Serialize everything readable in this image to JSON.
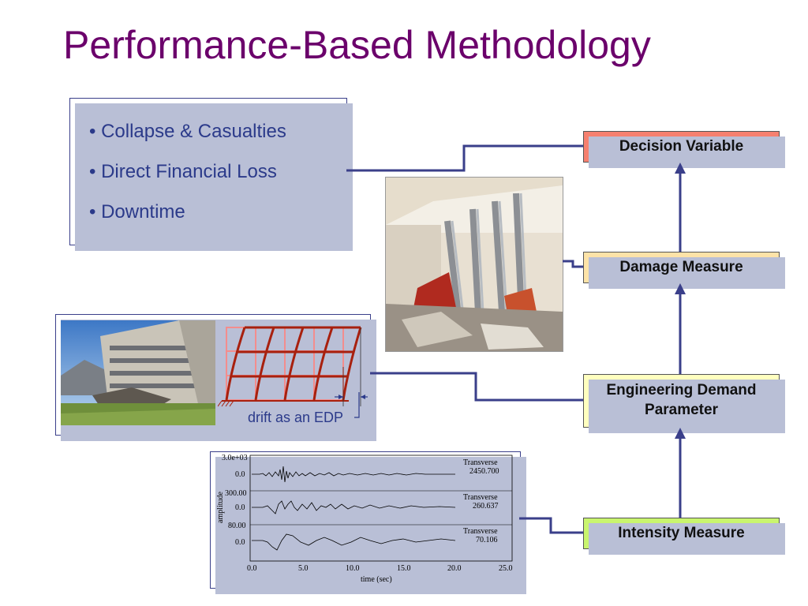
{
  "title": "Performance-Based Methodology",
  "outcomes": {
    "items": [
      "• Collapse & Casualties",
      "• Direct Financial Loss",
      "• Downtime"
    ]
  },
  "nodes": {
    "decision_variable": "Decision Variable",
    "damage_measure": "Damage Measure",
    "engineering_demand_line1": "Engineering Demand",
    "engineering_demand_line2": "Parameter",
    "intensity_measure": "Intensity Measure"
  },
  "node_colors": {
    "decision_variable": "#f6806f",
    "damage_measure": "#fde3a8",
    "engineering_demand": "#ffffbf",
    "intensity_measure": "#c9f56e"
  },
  "edp_panel": {
    "caption": "drift as an EDP"
  },
  "seismogram": {
    "ylabel": "amplitude",
    "xlabel": "time (sec)",
    "x_ticks": [
      "0.0",
      "5.0",
      "10.0",
      "15.0",
      "20.0",
      "25.0"
    ],
    "traces": [
      {
        "scale": "3.0e+03",
        "zero": "0.0",
        "name": "Transverse",
        "value": "2450.700"
      },
      {
        "scale": "300.00",
        "zero": "0.0",
        "name": "Transverse",
        "value": "260.637"
      },
      {
        "scale": "80.00",
        "zero": "0.0",
        "name": "Transverse",
        "value": "70.106"
      }
    ]
  },
  "colors": {
    "title": "#6b006b",
    "connector": "#3a3f8a",
    "bullet_text": "#2b3a8a"
  }
}
